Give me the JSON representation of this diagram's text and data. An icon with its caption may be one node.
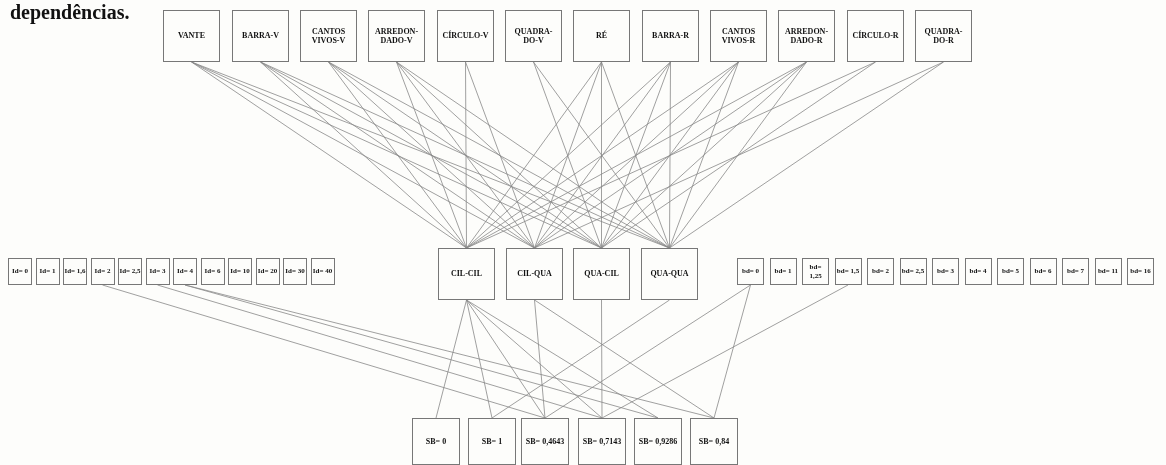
{
  "diagram": {
    "nodes": [
      {
        "text": [
          "VANTE"
        ]
      },
      {
        "text": [
          "BARRA-V"
        ]
      },
      {
        "text": [
          "CANTOS VIVOS-V"
        ]
      },
      {
        "text": [
          "ARREDON-DADO-V"
        ]
      },
      {
        "text": [
          "CÍRCULO-V"
        ]
      },
      {
        "text": [
          "QUADRA-DO-V"
        ]
      },
      {
        "text": [
          "RÉ"
        ]
      },
      {
        "text": [
          "BARRA-R"
        ]
      },
      {
        "text": [
          "CANTOS VIVOS-R"
        ]
      },
      {
        "text": [
          "ARREDON-DADO-R"
        ]
      },
      {
        "text": [
          "CÍRCULO-R"
        ]
      },
      {
        "text": [
          "QUADRA-DO-R"
        ]
      },
      {
        "text": [
          "CIL-CIL"
        ]
      },
      {
        "text": [
          "CIL-QUA"
        ]
      },
      {
        "text": [
          "QUA-CIL"
        ]
      },
      {
        "text": [
          "QUA-QUA"
        ]
      },
      {
        "text": [
          "Id= 0"
        ]
      },
      {
        "text": [
          "Id= 1"
        ]
      },
      {
        "text": [
          "Id= 1,6"
        ]
      },
      {
        "text": [
          "Id= 2"
        ]
      },
      {
        "text": [
          "Id= 2,5"
        ]
      },
      {
        "text": [
          "Id= 3"
        ]
      },
      {
        "text": [
          "Id= 4"
        ]
      },
      {
        "text": [
          "Id= 6"
        ]
      },
      {
        "text": [
          "Id= 10"
        ]
      },
      {
        "text": [
          "Id= 20"
        ]
      },
      {
        "text": [
          "Id= 30"
        ]
      },
      {
        "text": [
          "Id= 40"
        ]
      },
      {
        "text": [
          "bd= 0"
        ]
      },
      {
        "text": [
          "bd= 1"
        ]
      },
      {
        "text": [
          "bd= 1,25"
        ]
      },
      {
        "text": [
          "bd= 1,5"
        ]
      },
      {
        "text": [
          "bd= 2"
        ]
      },
      {
        "text": [
          "bd= 2,5"
        ]
      },
      {
        "text": [
          "bd= 3"
        ]
      },
      {
        "text": [
          "bd= 4"
        ]
      },
      {
        "text": [
          "bd= 5"
        ]
      },
      {
        "text": [
          "bd= 6"
        ]
      },
      {
        "text": [
          "bd= 7"
        ]
      },
      {
        "text": [
          "bd= 11"
        ]
      },
      {
        "text": [
          "bd= 16"
        ]
      },
      {
        "text": [
          "SB= 0"
        ]
      },
      {
        "text": [
          "SB= 1"
        ]
      },
      {
        "text": [
          "SB= 0,4643"
        ]
      },
      {
        "text": [
          "SB= 0,7143"
        ]
      },
      {
        "text": [
          "SB= 0,9286"
        ]
      },
      {
        "text": [
          "SB= 0,84"
        ]
      }
    ],
    "edges": [
      {
        "from": 0,
        "to": 12,
        "arrow": "none"
      },
      {
        "from": 0,
        "to": 13,
        "arrow": "none"
      },
      {
        "from": 0,
        "to": 14,
        "arrow": "none"
      },
      {
        "from": 0,
        "to": 15,
        "arrow": "none"
      },
      {
        "from": 1,
        "to": 12,
        "arrow": "none"
      },
      {
        "from": 1,
        "to": 13,
        "arrow": "none"
      },
      {
        "from": 1,
        "to": 14,
        "arrow": "none"
      },
      {
        "from": 1,
        "to": 15,
        "arrow": "none"
      },
      {
        "from": 2,
        "to": 12,
        "arrow": "none"
      },
      {
        "from": 2,
        "to": 13,
        "arrow": "none"
      },
      {
        "from": 2,
        "to": 14,
        "arrow": "none"
      },
      {
        "from": 2,
        "to": 15,
        "arrow": "none"
      },
      {
        "from": 3,
        "to": 12,
        "arrow": "none"
      },
      {
        "from": 3,
        "to": 13,
        "arrow": "none"
      },
      {
        "from": 3,
        "to": 14,
        "arrow": "none"
      },
      {
        "from": 3,
        "to": 15,
        "arrow": "none"
      },
      {
        "from": 4,
        "to": 12,
        "arrow": "none"
      },
      {
        "from": 4,
        "to": 13,
        "arrow": "none"
      },
      {
        "from": 5,
        "to": 14,
        "arrow": "none"
      },
      {
        "from": 5,
        "to": 15,
        "arrow": "none"
      },
      {
        "from": 6,
        "to": 12,
        "arrow": "none"
      },
      {
        "from": 6,
        "to": 13,
        "arrow": "none"
      },
      {
        "from": 6,
        "to": 14,
        "arrow": "none"
      },
      {
        "from": 6,
        "to": 15,
        "arrow": "none"
      },
      {
        "from": 7,
        "to": 12,
        "arrow": "none"
      },
      {
        "from": 7,
        "to": 13,
        "arrow": "none"
      },
      {
        "from": 7,
        "to": 14,
        "arrow": "none"
      },
      {
        "from": 7,
        "to": 15,
        "arrow": "none"
      },
      {
        "from": 8,
        "to": 12,
        "arrow": "none"
      },
      {
        "from": 8,
        "to": 13,
        "arrow": "none"
      },
      {
        "from": 8,
        "to": 14,
        "arrow": "none"
      },
      {
        "from": 8,
        "to": 15,
        "arrow": "none"
      },
      {
        "from": 9,
        "to": 12,
        "arrow": "none"
      },
      {
        "from": 9,
        "to": 13,
        "arrow": "none"
      },
      {
        "from": 9,
        "to": 14,
        "arrow": "none"
      },
      {
        "from": 9,
        "to": 15,
        "arrow": "none"
      },
      {
        "from": 10,
        "to": 12,
        "arrow": "none"
      },
      {
        "from": 10,
        "to": 14,
        "arrow": "none"
      },
      {
        "from": 11,
        "to": 13,
        "arrow": "none"
      },
      {
        "from": 11,
        "to": 15,
        "arrow": "none"
      },
      {
        "from": 12,
        "to": 41,
        "arrow": "none"
      },
      {
        "from": 12,
        "to": 42,
        "arrow": "none"
      },
      {
        "from": 12,
        "to": 43,
        "arrow": "none"
      },
      {
        "from": 12,
        "to": 44,
        "arrow": "none"
      },
      {
        "from": 12,
        "to": 45,
        "arrow": "none"
      },
      {
        "from": 13,
        "to": 43,
        "arrow": "none"
      },
      {
        "from": 13,
        "to": 46,
        "arrow": "none"
      },
      {
        "from": 14,
        "to": 44,
        "arrow": "none"
      },
      {
        "from": 15,
        "to": 42,
        "arrow": "none"
      },
      {
        "from": 19,
        "to": 43,
        "arrow": "none"
      },
      {
        "from": 21,
        "to": 44,
        "arrow": "none"
      },
      {
        "from": 22,
        "to": 45,
        "arrow": "none"
      },
      {
        "from": 22,
        "to": 46,
        "arrow": "none"
      },
      {
        "from": 28,
        "to": 46,
        "arrow": "none"
      },
      {
        "from": 28,
        "to": 43,
        "arrow": "none"
      },
      {
        "from": 31,
        "to": 44,
        "arrow": "none"
      }
    ],
    "labels": [
      "dependências."
    ]
  }
}
